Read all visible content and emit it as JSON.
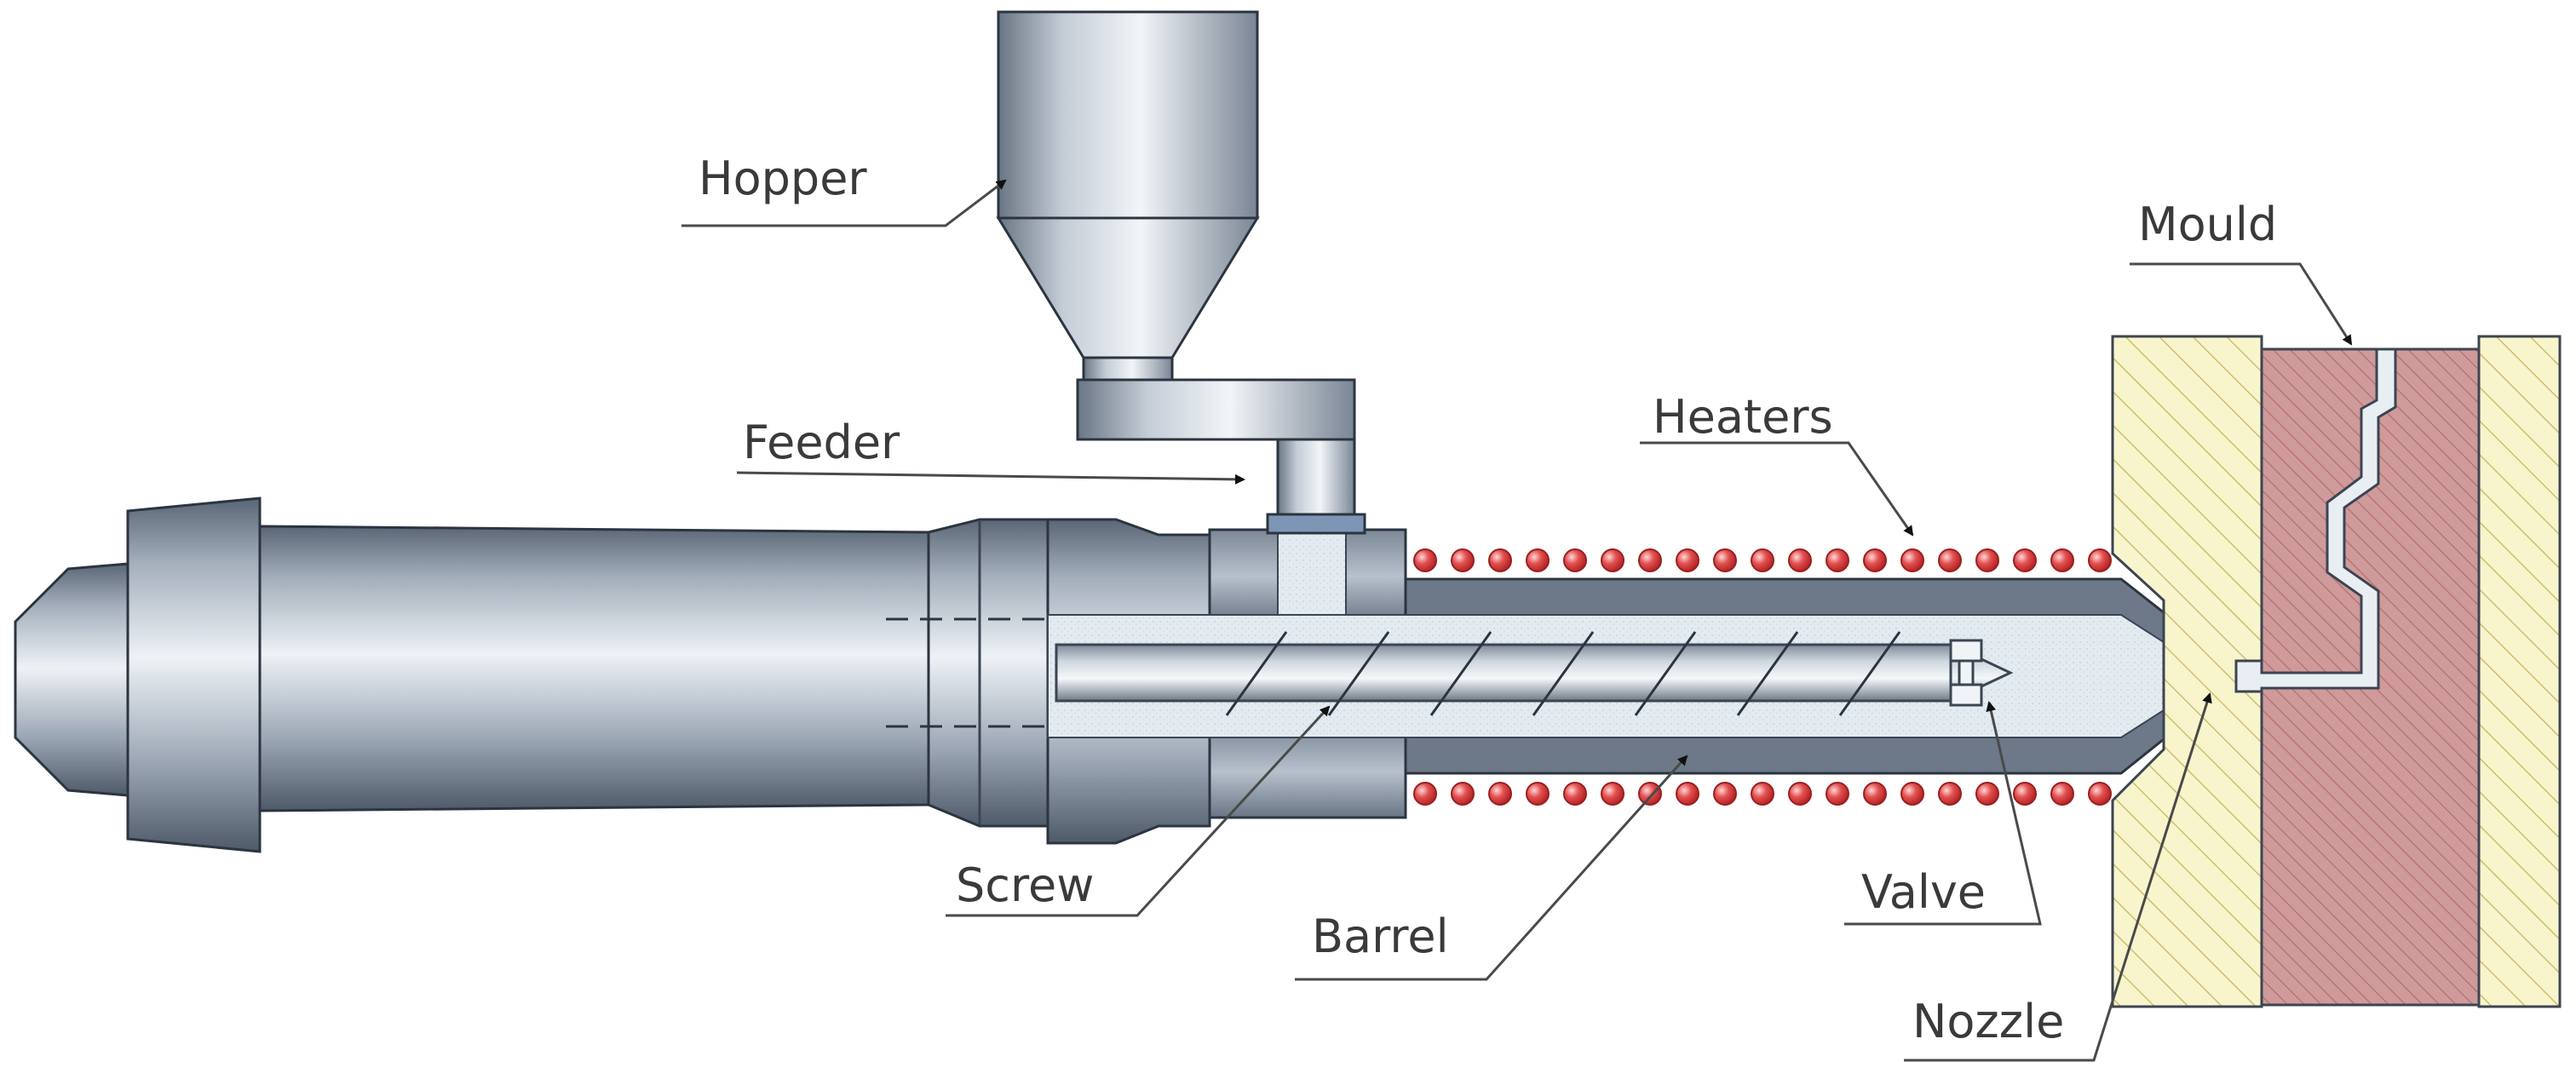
{
  "labels": {
    "hopper": "Hopper",
    "feeder": "Feeder",
    "heaters": "Heaters",
    "mould": "Mould",
    "screw": "Screw",
    "barrel": "Barrel",
    "valve": "Valve",
    "nozzle": "Nozzle"
  },
  "colors": {
    "steel_dark": "#5d6a79",
    "steel_mid": "#9aa6b3",
    "steel_light": "#e9eef3",
    "material": "#dfe8ef",
    "heater_red": "#d23a3a",
    "mould_red": "#c98f8f",
    "plate_yellow": "#f7f3c6",
    "plate_hatch": "#c7b869",
    "leader_line": "#4a4a4a",
    "text": "#3a3a3a"
  }
}
